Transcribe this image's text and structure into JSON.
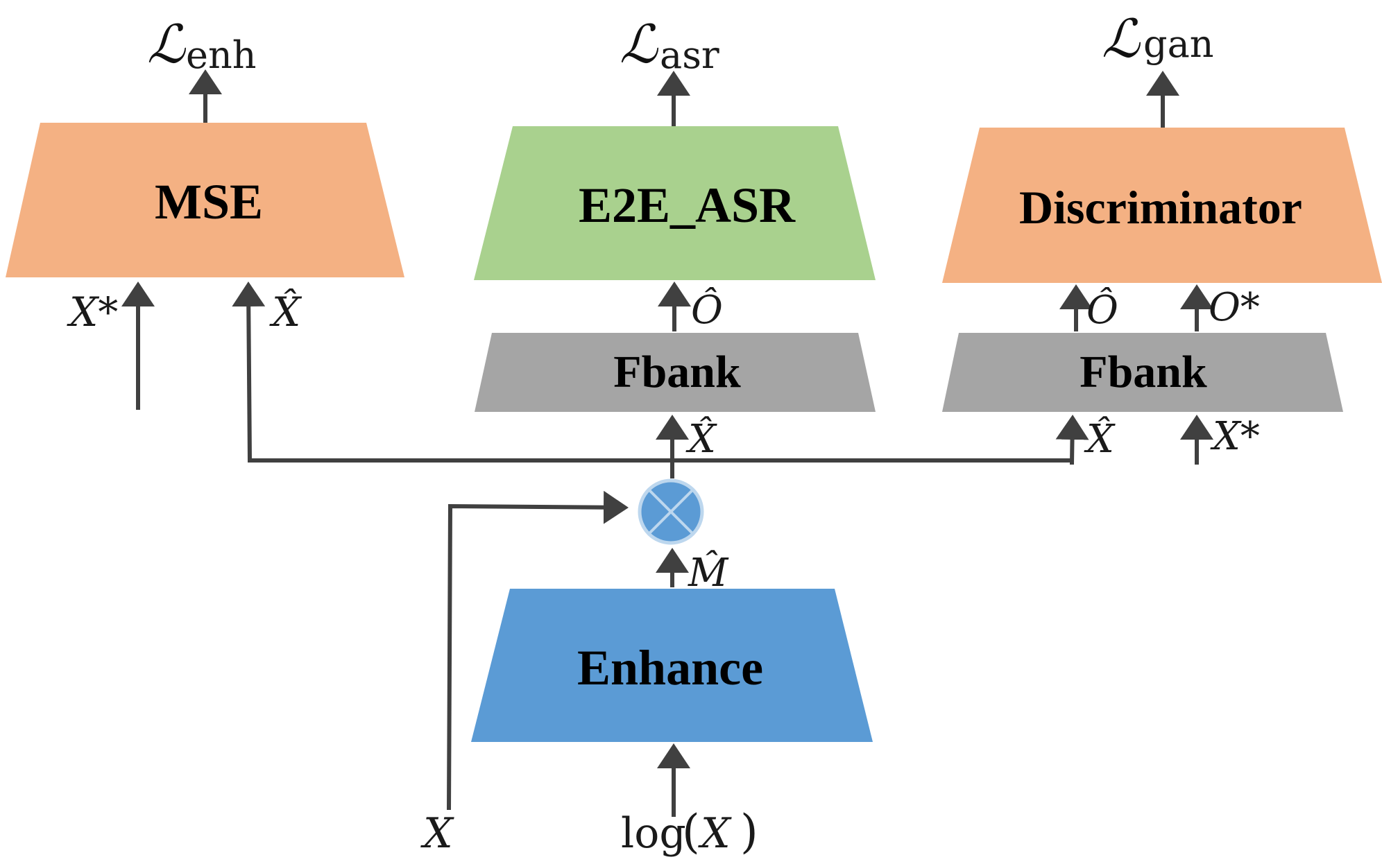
{
  "colors": {
    "orange": "#F4B183",
    "green": "#A9D18E",
    "gray": "#A5A5A5",
    "blue": "#5B9BD5",
    "circle_stroke": "#BDD7EE",
    "wire": "#404040"
  },
  "blocks": {
    "mse": "MSE",
    "asr": "E2E_ASR",
    "disc": "Discriminator",
    "fbank_asr": "Fbank",
    "fbank_disc": "Fbank",
    "enhance": "Enhance"
  },
  "losses": {
    "enh": {
      "symbol": "ℒ",
      "sub": "enh"
    },
    "asr": {
      "symbol": "ℒ",
      "sub": "asr"
    },
    "gan": {
      "symbol": "ℒ",
      "sub": "gan"
    }
  },
  "signals": {
    "x_star": "X*",
    "x_hat": "X̂",
    "o_hat": "Ô",
    "o_star": "O*",
    "m_hat": "M̂",
    "x": "X",
    "log": "log",
    "paren_open": "(",
    "paren_close": ")"
  },
  "icons": {
    "multiply": "multiply-icon"
  }
}
